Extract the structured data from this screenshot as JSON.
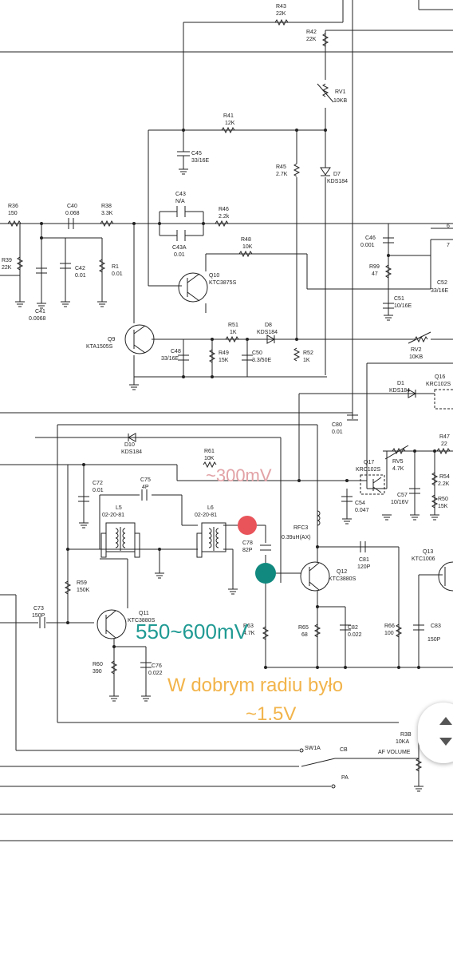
{
  "labels": [
    {
      "id": "r43",
      "text": "R43"
    },
    {
      "id": "r43v",
      "text": "22K"
    },
    {
      "id": "r42",
      "text": "R42"
    },
    {
      "id": "r42v",
      "text": "22K"
    },
    {
      "id": "rv1",
      "text": "RV1"
    },
    {
      "id": "rv1v",
      "text": "10KB"
    },
    {
      "id": "r41",
      "text": "R41"
    },
    {
      "id": "r41v",
      "text": "12K"
    },
    {
      "id": "c45",
      "text": "C45"
    },
    {
      "id": "c45v",
      "text": "33/16E"
    },
    {
      "id": "r45",
      "text": "R45"
    },
    {
      "id": "r45v",
      "text": "2.7K"
    },
    {
      "id": "d7",
      "text": "D7"
    },
    {
      "id": "d7v",
      "text": "KDS184"
    },
    {
      "id": "c43",
      "text": "C43"
    },
    {
      "id": "c43v",
      "text": "N/A"
    },
    {
      "id": "r46",
      "text": "R46"
    },
    {
      "id": "r46v",
      "text": "2.2k"
    },
    {
      "id": "c43a",
      "text": "C43A"
    },
    {
      "id": "c43av",
      "text": "0.01"
    },
    {
      "id": "r36",
      "text": "R36"
    },
    {
      "id": "r36v",
      "text": "150"
    },
    {
      "id": "c40",
      "text": "C40"
    },
    {
      "id": "c40v",
      "text": "0.068"
    },
    {
      "id": "r38",
      "text": "R38"
    },
    {
      "id": "r38v",
      "text": "3.3K"
    },
    {
      "id": "r48",
      "text": "R48"
    },
    {
      "id": "r48v",
      "text": "10K"
    },
    {
      "id": "c46",
      "text": "C46"
    },
    {
      "id": "c46v",
      "text": "0.001"
    },
    {
      "id": "r39",
      "text": "R39"
    },
    {
      "id": "r39v",
      "text": "22K"
    },
    {
      "id": "c42",
      "text": "C42"
    },
    {
      "id": "c42v",
      "text": "0.01"
    },
    {
      "id": "r1",
      "text": "R1"
    },
    {
      "id": "r1v",
      "text": "0.01"
    },
    {
      "id": "q10",
      "text": "Q10"
    },
    {
      "id": "q10v",
      "text": "KTC3875S"
    },
    {
      "id": "r99",
      "text": "R99"
    },
    {
      "id": "r99v",
      "text": "47"
    },
    {
      "id": "c51",
      "text": "C51"
    },
    {
      "id": "c51v",
      "text": "10/16E"
    },
    {
      "id": "c52",
      "text": "C52"
    },
    {
      "id": "c52v",
      "text": "33/16E"
    },
    {
      "id": "c41",
      "text": "C41"
    },
    {
      "id": "c41v",
      "text": "0.0068"
    },
    {
      "id": "q9",
      "text": "Q9"
    },
    {
      "id": "q9v",
      "text": "KTA1505S"
    },
    {
      "id": "r51",
      "text": "R51"
    },
    {
      "id": "r51v",
      "text": "1K"
    },
    {
      "id": "d8",
      "text": "D8"
    },
    {
      "id": "d8v",
      "text": "KDS184"
    },
    {
      "id": "c48",
      "text": "C48"
    },
    {
      "id": "c48v",
      "text": "33/16E"
    },
    {
      "id": "r49",
      "text": "R49"
    },
    {
      "id": "r49v",
      "text": "15K"
    },
    {
      "id": "c50",
      "text": "C50"
    },
    {
      "id": "c50v",
      "text": "3.3/50E"
    },
    {
      "id": "r52",
      "text": "R52"
    },
    {
      "id": "r52v",
      "text": "1K"
    },
    {
      "id": "rv2",
      "text": "RV2"
    },
    {
      "id": "rv2v",
      "text": "10KB"
    },
    {
      "id": "d1",
      "text": "D1"
    },
    {
      "id": "d1v",
      "text": "KDS184"
    },
    {
      "id": "q16",
      "text": "Q16"
    },
    {
      "id": "q16v",
      "text": "KRC102S"
    },
    {
      "id": "c80",
      "text": "C80"
    },
    {
      "id": "c80v",
      "text": "0.01"
    },
    {
      "id": "d10",
      "text": "D10"
    },
    {
      "id": "d10v",
      "text": "KDS184"
    },
    {
      "id": "r47",
      "text": "R47"
    },
    {
      "id": "r47v",
      "text": "22"
    },
    {
      "id": "r61",
      "text": "R61"
    },
    {
      "id": "r61v",
      "text": "10K"
    },
    {
      "id": "rv5",
      "text": "RV5"
    },
    {
      "id": "rv5v",
      "text": "4.7K"
    },
    {
      "id": "q17",
      "text": "Q17"
    },
    {
      "id": "q17v",
      "text": "KRC102S"
    },
    {
      "id": "c72",
      "text": "C72"
    },
    {
      "id": "c72v",
      "text": "0.01"
    },
    {
      "id": "c75",
      "text": "C75"
    },
    {
      "id": "c75v",
      "text": "4P"
    },
    {
      "id": "r54",
      "text": "R54"
    },
    {
      "id": "r54v",
      "text": "2.2K"
    },
    {
      "id": "l5",
      "text": "L5"
    },
    {
      "id": "l5v",
      "text": "02-20-81"
    },
    {
      "id": "l6",
      "text": "L6"
    },
    {
      "id": "l6v",
      "text": "02-20-81"
    },
    {
      "id": "c54",
      "text": "C54"
    },
    {
      "id": "c54v",
      "text": "0.047"
    },
    {
      "id": "c57",
      "text": "C57"
    },
    {
      "id": "c57v",
      "text": "10/16V"
    },
    {
      "id": "r50",
      "text": "R50"
    },
    {
      "id": "r50v",
      "text": "15K"
    },
    {
      "id": "rfc3",
      "text": "RFC3"
    },
    {
      "id": "rfc3v",
      "text": "0.39uH(AX)"
    },
    {
      "id": "c78",
      "text": "C78"
    },
    {
      "id": "c78v",
      "text": "82P"
    },
    {
      "id": "c81",
      "text": "C81"
    },
    {
      "id": "c81v",
      "text": "120P"
    },
    {
      "id": "q13",
      "text": "Q13"
    },
    {
      "id": "q13v",
      "text": "KTC1006"
    },
    {
      "id": "q12",
      "text": "Q12"
    },
    {
      "id": "q12v",
      "text": "KTC3880S"
    },
    {
      "id": "r59",
      "text": "R59"
    },
    {
      "id": "r59v",
      "text": "150K"
    },
    {
      "id": "c73",
      "text": "C73"
    },
    {
      "id": "c73v",
      "text": "150P"
    },
    {
      "id": "q11",
      "text": "Q11"
    },
    {
      "id": "q11v",
      "text": "KTC3880S"
    },
    {
      "id": "r63",
      "text": "R63"
    },
    {
      "id": "r63v",
      "text": "4.7K"
    },
    {
      "id": "r65",
      "text": "R65"
    },
    {
      "id": "r65v",
      "text": "68"
    },
    {
      "id": "c82",
      "text": "C82"
    },
    {
      "id": "c82v",
      "text": "0.022"
    },
    {
      "id": "r66",
      "text": "R66"
    },
    {
      "id": "r66v",
      "text": "100"
    },
    {
      "id": "c83",
      "text": "C83"
    },
    {
      "id": "c83v",
      "text": "150P"
    },
    {
      "id": "r60",
      "text": "R60"
    },
    {
      "id": "r60v",
      "text": "390"
    },
    {
      "id": "c76",
      "text": "C76"
    },
    {
      "id": "c76v",
      "text": "0.022"
    },
    {
      "id": "r3b",
      "text": "R3B"
    },
    {
      "id": "r3bv",
      "text": "10KA"
    },
    {
      "id": "sw1a",
      "text": "SW1A"
    },
    {
      "id": "cb",
      "text": "CB"
    },
    {
      "id": "pa",
      "text": "PA"
    },
    {
      "id": "afv",
      "text": "AF VOLUME"
    },
    {
      "id": "n6",
      "text": "6"
    },
    {
      "id": "n7",
      "text": "7"
    }
  ],
  "annotations": {
    "v300": "~300mV",
    "v550": "550~600mV",
    "good_line1": "W dobrym radiu było",
    "good_line2": "~1.5V"
  },
  "markers": {
    "red_color": "#e8545a",
    "teal_color": "#11897f"
  },
  "annotation_colors": {
    "v300": "#e2a2a6",
    "v550": "#1f9a93",
    "good": "#f2b44b"
  }
}
